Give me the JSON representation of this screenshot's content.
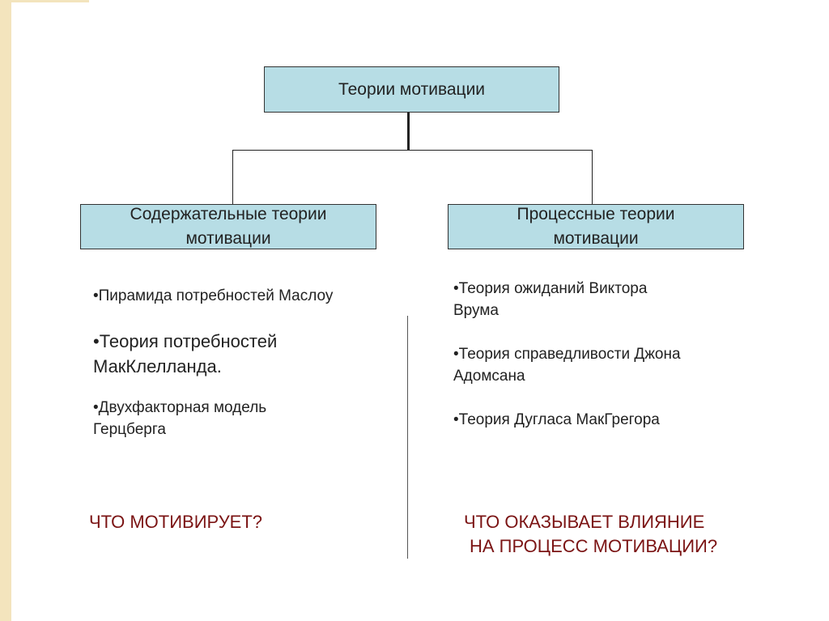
{
  "root": "Теории мотивации",
  "left": {
    "title": "Содержательные теории мотивации",
    "items": [
      "•Пирамида потребностей Маслоу",
      "•Теория потребностей МакКлелланда.",
      "•Двухфакторная модель Герцберга"
    ],
    "question": "ЧТО МОТИВИРУЕТ?"
  },
  "right": {
    "title": "Процессные теории мотивации",
    "items": [
      "•Теория ожиданий Виктора Врума",
      "•Теория справедливости Джона Адомсана",
      "•Теория Дугласа МакГрегора"
    ],
    "question_line1": "ЧТО ОКАЗЫВАЕТ ВЛИЯНИЕ",
    "question_line2": "НА ПРОЦЕСС МОТИВАЦИИ?"
  },
  "colors": {
    "box": "#b7dde5",
    "question": "#7b1414"
  }
}
